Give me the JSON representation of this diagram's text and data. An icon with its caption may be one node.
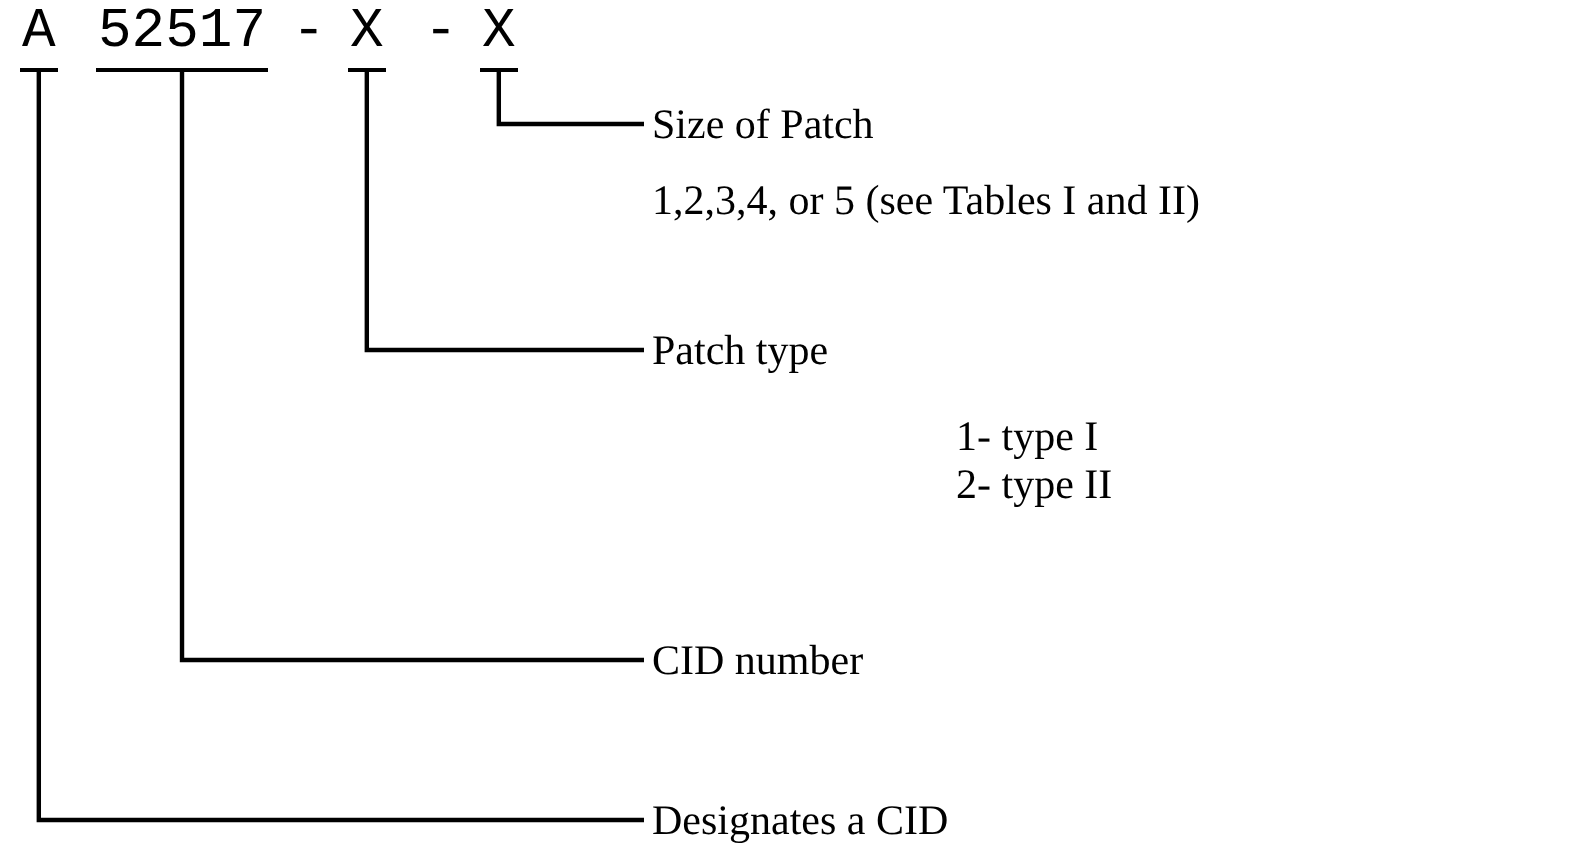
{
  "diagram": {
    "nodes": [
      {
        "text": [
          "A"
        ]
      },
      {
        "text": [
          "52517"
        ]
      },
      {
        "text": [
          "X"
        ]
      },
      {
        "text": [
          "X"
        ]
      },
      {
        "text": [
          "Size of Patch",
          "1,2,3,4, or 5 (see Tables I and II)"
        ]
      },
      {
        "text": [
          "Patch type",
          "1- type I",
          "2- type II"
        ]
      },
      {
        "text": [
          "CID number"
        ]
      },
      {
        "text": [
          "Designates a CID"
        ]
      }
    ],
    "edges": [
      {
        "from": 3,
        "to": 4,
        "arrow": "none"
      },
      {
        "from": 2,
        "to": 5,
        "arrow": "none"
      },
      {
        "from": 1,
        "to": 6,
        "arrow": "none"
      },
      {
        "from": 0,
        "to": 7,
        "arrow": "none"
      }
    ],
    "labels": [
      "-",
      "-"
    ]
  }
}
